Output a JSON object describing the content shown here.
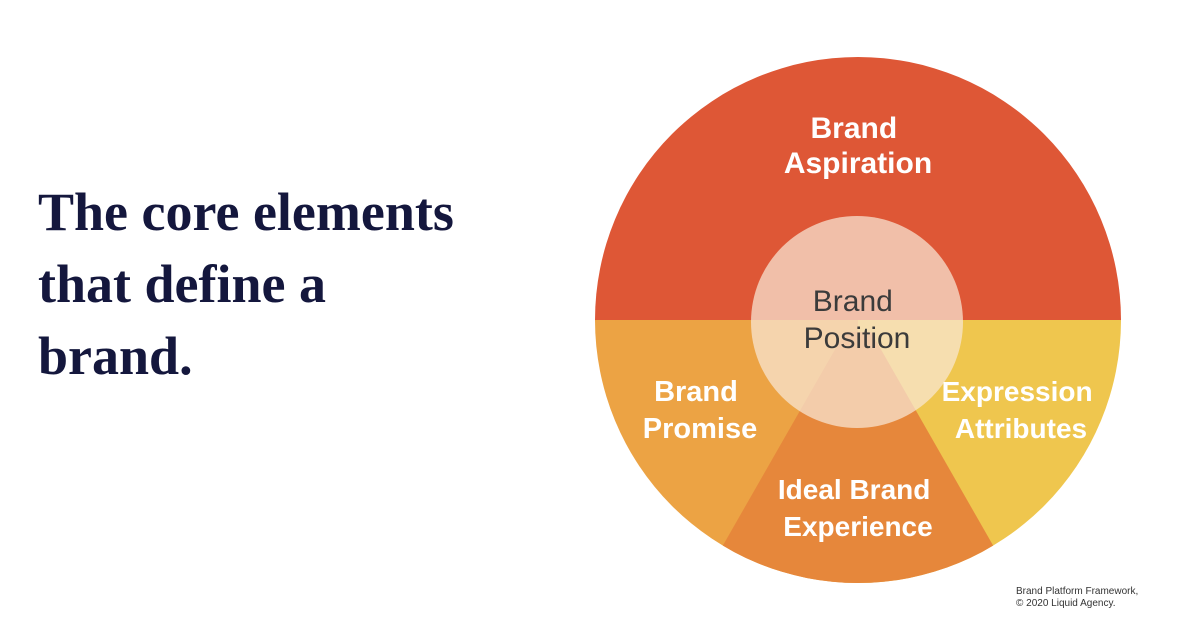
{
  "headline": {
    "lines": [
      "The core elements",
      "that define a",
      "brand."
    ],
    "color": "#14173d"
  },
  "diagram": {
    "segments": {
      "aspiration": {
        "lines": [
          "Brand",
          "Aspiration"
        ],
        "color": "#de5736"
      },
      "promise": {
        "lines": [
          "Brand",
          "Promise"
        ],
        "color": "#eca344"
      },
      "experience": {
        "lines": [
          "Ideal Brand",
          "Experience"
        ],
        "color": "#e6873b"
      },
      "expression": {
        "lines": [
          "Expression",
          "Attributes"
        ],
        "color": "#efc64e"
      }
    },
    "center": {
      "lines": [
        "Brand",
        "Position"
      ],
      "color": "#f8e8d6"
    }
  },
  "credit": {
    "lines": [
      "Brand Platform Framework,",
      "© 2020 Liquid Agency."
    ]
  }
}
